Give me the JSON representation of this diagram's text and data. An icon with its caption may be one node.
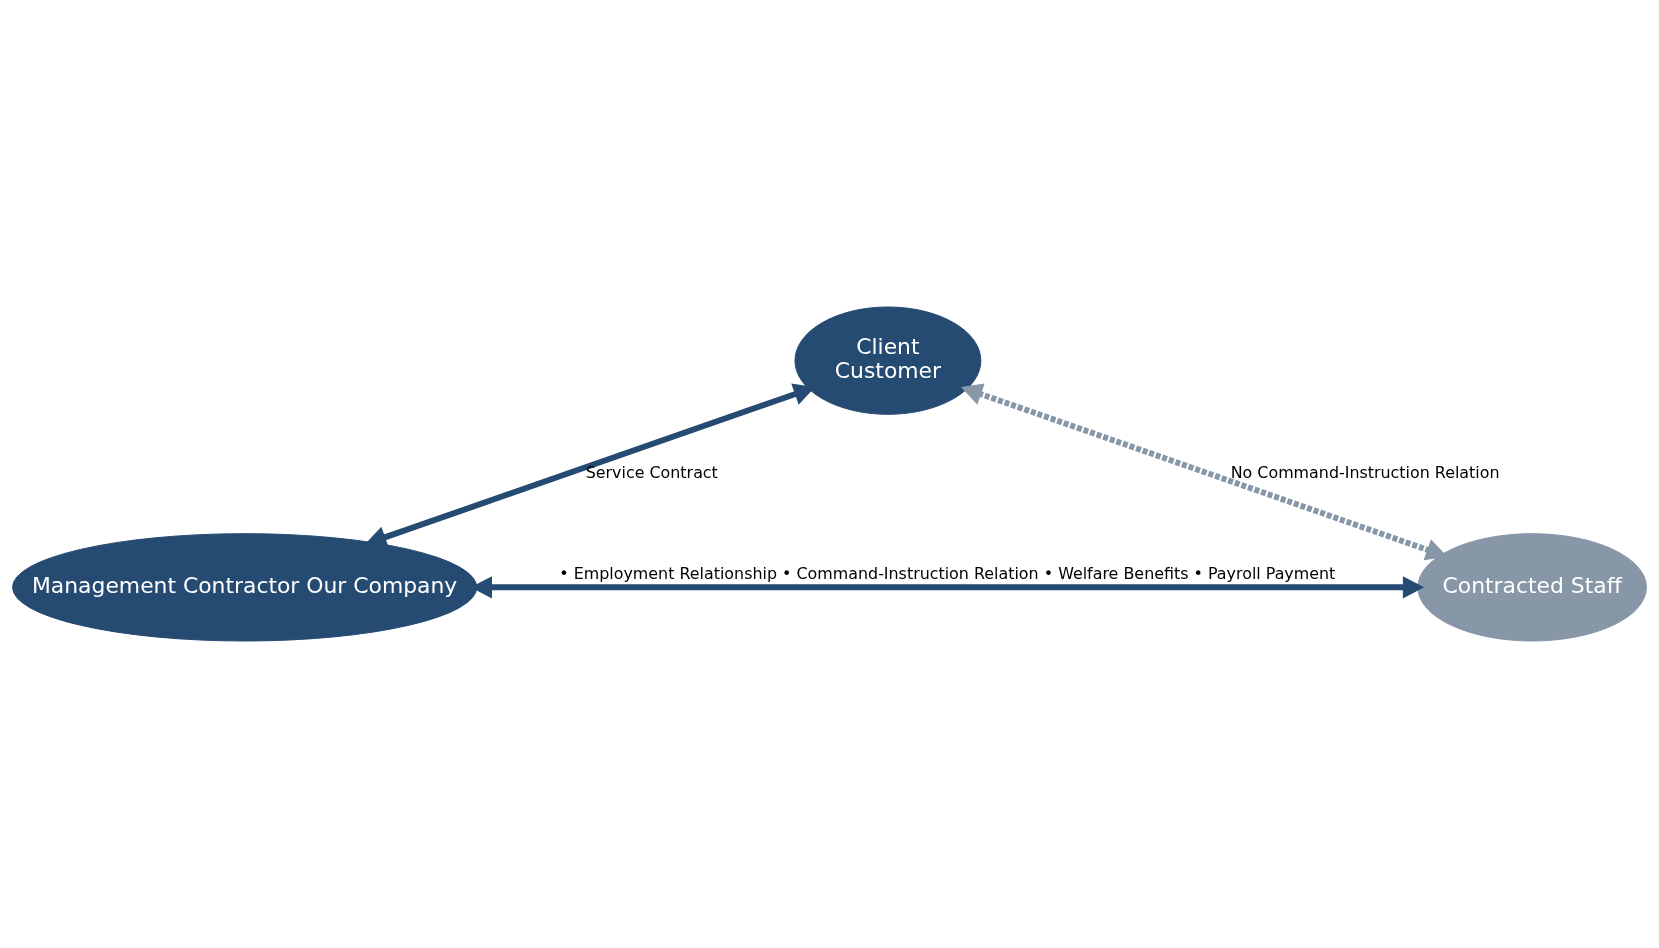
{
  "diagram": {
    "nodes": [
      {
        "text": [
          "Client",
          "Customer"
        ]
      },
      {
        "text": [
          "Management Contractor Our Company"
        ]
      },
      {
        "text": [
          "Contracted Staff"
        ]
      }
    ],
    "edges": [
      {
        "from": 1,
        "to": 0,
        "arrow": "both",
        "label": "Service Contract"
      },
      {
        "from": 0,
        "to": 2,
        "arrow": "both",
        "label": "No Command-Instruction Relation",
        "style": "dashed",
        "color": "#8797a8"
      },
      {
        "from": 1,
        "to": 2,
        "arrow": "both",
        "label": "• Employment Relationship • Command-Instruction Relation • Welfare Benefits • Payroll Payment"
      }
    ]
  }
}
